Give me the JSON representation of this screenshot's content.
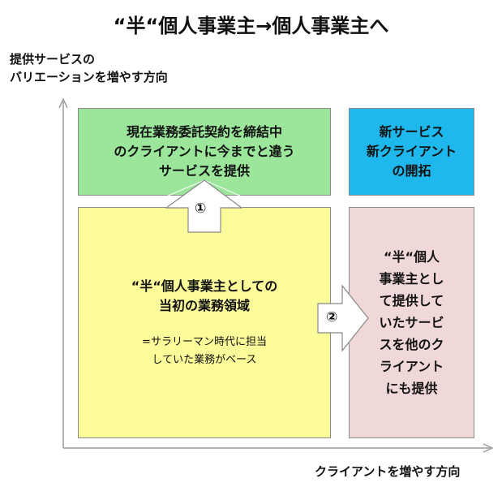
{
  "title": "“半“個人事業主→個人事業主へ",
  "y_axis_label": [
    "提供サービスの",
    "バリエーションを増やす方向"
  ],
  "x_axis_label": "クライアントを増やす方向",
  "boxes": {
    "top_left": [
      "現在業務委託契約を締結中",
      "のクライアントに今までと違う",
      "サービスを提供"
    ],
    "top_right": [
      "新サービス",
      "新クライアント",
      "の開拓"
    ],
    "bottom_left_main": [
      "“半“個人事業主としての",
      "当初の業務領域"
    ],
    "bottom_left_sub": [
      "=サラリーマン時代に担当",
      "していた業務がベース"
    ],
    "bottom_right": [
      "“半“個人",
      "事業主とし",
      "て提供して",
      "いたサービ",
      "スを他のク",
      "ライアント",
      "にも提供"
    ]
  },
  "arrows": {
    "up_label": "①",
    "right_label": "②"
  },
  "colors": {
    "green": "#9be69b",
    "blue": "#1fb8ec",
    "yellow": "#fbfb9a",
    "pink": "#f0d8d8"
  }
}
